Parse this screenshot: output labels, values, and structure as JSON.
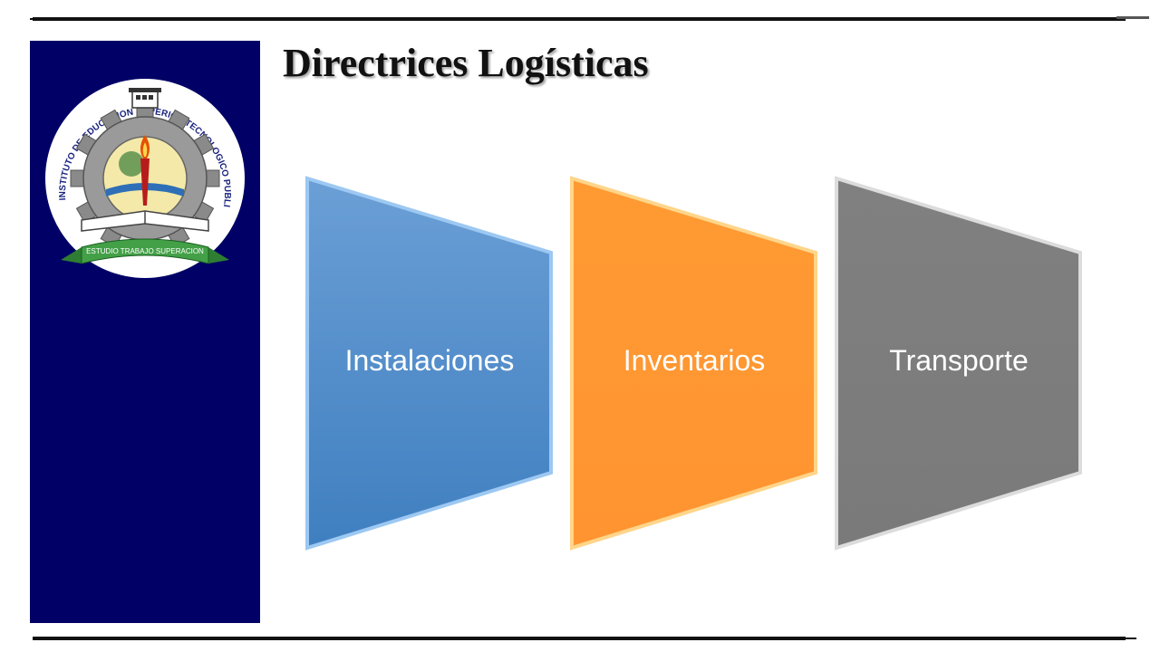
{
  "slide": {
    "title": "Directrices Logísticas"
  },
  "logo": {
    "arc_text": "INSTITUTO DE EDUCACION SUPERIOR TECNOLOGICO PUBLICO",
    "ribbon_text": "ESTUDIO TRABAJO SUPERACION"
  },
  "stages": [
    {
      "label": "Instalaciones",
      "color": "#5b8fc9",
      "edge": "#8fc0f0"
    },
    {
      "label": "Inventarios",
      "color": "#ff9933",
      "edge": "#ffd080"
    },
    {
      "label": "Transporte",
      "color": "#7f7f7f",
      "edge": "#d8d8d8"
    }
  ],
  "colors": {
    "sidebar": "#000066",
    "rules": "#111111"
  }
}
